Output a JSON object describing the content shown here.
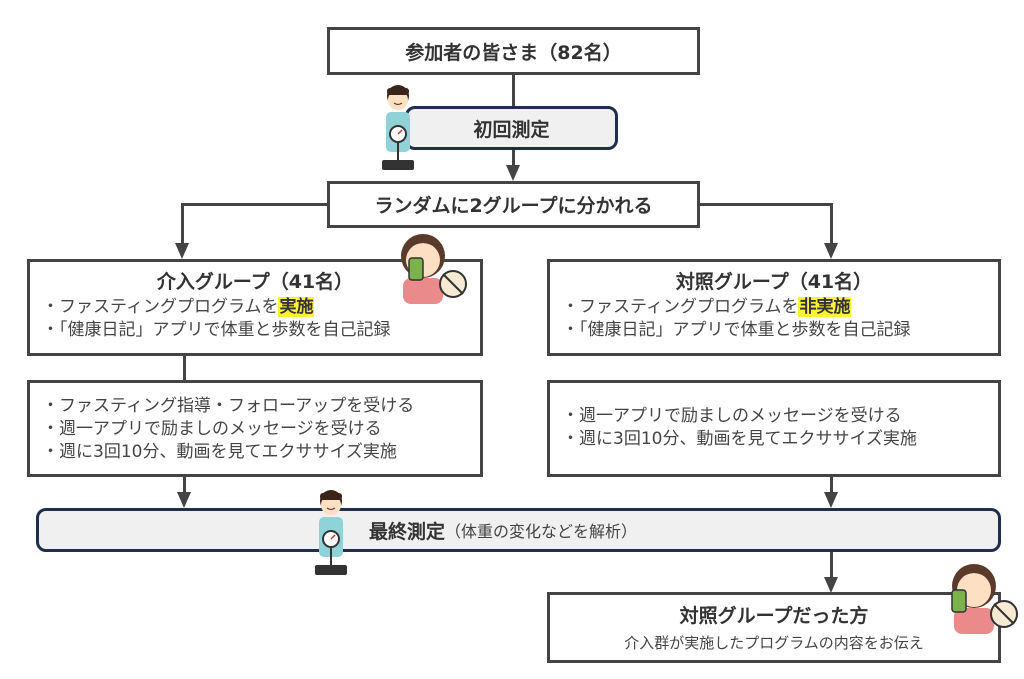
{
  "participants": {
    "label": "参加者の皆さま（82名）"
  },
  "initial_measurement": {
    "label": "初回測定"
  },
  "randomization": {
    "label": "ランダムに2グループに分かれる"
  },
  "intervention_group": {
    "title": "介入グループ（41名）",
    "bullets": [
      {
        "prefix": "・ファスティングプログラムを",
        "highlight": "実施"
      },
      {
        "text": "・「健康日記」アプリで体重と歩数を自己記録"
      }
    ],
    "details": [
      "・ファスティング指導・フォローアップを受ける",
      "・週一アプリで励ましのメッセージを受ける",
      "・週に3回10分、動画を見てエクササイズ実施"
    ]
  },
  "control_group": {
    "title": "対照グループ（41名）",
    "bullets": [
      {
        "prefix": "・ファスティングプログラムを",
        "highlight": "非実施"
      },
      {
        "text": "・「健康日記」アプリで体重と歩数を自己記録"
      }
    ],
    "details": [
      "・週一アプリで励ましのメッセージを受ける",
      "・週に3回10分、動画を見てエクササイズ実施"
    ]
  },
  "final_measurement": {
    "label": "最終測定",
    "note": "（体重の変化などを解析）"
  },
  "control_followup": {
    "title": "対照グループだった方",
    "text": "介入群が実施したプログラムの内容をお伝え"
  },
  "colors": {
    "highlight": "#fff23a",
    "navy_border": "#1f2d4f",
    "box_border": "#444444",
    "rounded_fill": "#f0f0f0"
  }
}
